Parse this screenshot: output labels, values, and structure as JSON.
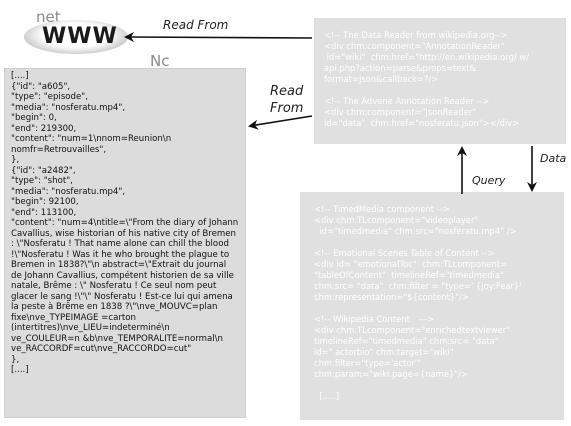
{
  "internet": {
    "net_text": "net",
    "www_text": "WWW",
    "nc_text": "Nc"
  },
  "labels": {
    "read_from_top": "Read From",
    "read_from_mid_1": "Read",
    "read_from_mid_2": "From",
    "query": "Query",
    "data": "Data"
  },
  "json_box": {
    "text": "[....]\n{\"id\": \"a605\",\n\"type\": \"episode\",\n\"media\": \"nosferatu.mp4\",\n\"begin\": 0,\n\"end\": 219300,\n\"content\": \"num=1\\nnom=Reunion\\n nomfr=Retrouvailles\",\n},\n{\"id\": \"a2482\",\n\"type\": \"shot\",\n\"media\": \"nosferatu.mp4\",\n\"begin\": 92100,\n\"end\": 113100,\n\"content\": \"num=4\\ntitle=\\\"From the diary of Johann Cavallius, wise historian of his native city of Bremen : \\\"Nosferatu ! That name alone can chill the blood !\\\"Nosferatu ! Was it he who brought the plague to Bremen in 1838?\\\"\\n abstract=\\\"Extrait du journal de Johann Cavallius, compétent historien de sa ville natale, Brême : \\\" Nosferatu ! Ce seul nom peut glacer le sang !\\\"\\\" Nosferatu ! Est-ce lui qui amena la peste à Brême en 1838 ?\\\"\\nve_MOUVC=plan fixe\\nve_TYPEIMAGE =carton (intertitres)\\nve_LIEU=indeterminé\\n ve_COULEUR=n &b\\nve_TEMPORALITE=normal\\n ve_RACCORDF=cut\\nve_RACCORDO=cut\"\n},\n[....]"
  },
  "reader_box": {
    "text": "<!-- The Data Reader from wikipedia.org-->\n<div chm:component=\"AnnotationReader\"\n id=\"wiki\"  chm:href=\"http://en.wikipedia.org/ w/ api.php?action=parse&props=text& format=json&callback=?/>\n\n<!-- The Advene Annotation Reader -->\n<div chm:component=\"JsonReader\"\nid=\"data\"  chm:href=\"nosferatu.json\"></div>"
  },
  "ui_box": {
    "text": "<!-- TimedMedia component -->\n<div chm:TLcomponent=\"videoplayer\"\n  id=\"timedmedia\" chm:src=\"nosferatu.mp4\" />\n\n<!-- Emotional Scenes Table of Content -->\n<div id= \"emotionalToc\"  chm:TLcomponent=\n\"tableOfContent\"  timelineRef=\"timedmedia\"\nchm:src= \"data\"  chm:filter = \"type=' {joy:Fear}'\nchm:representation=\"${content}\"/>\n\n<!-- Wikipedia Content   --->\n<div chm:TLcomponent=\"enrichedtextviewer\"\ntimelineRef=\"timedmedia\" chm:src= \"data\"\nid=\" actorbio\" chm:target=\"wiki\"\nchm:filter=\"type='actor'\"\nchm:param=\"wiki.page={name}\"/>\n\n  [.....]"
  }
}
